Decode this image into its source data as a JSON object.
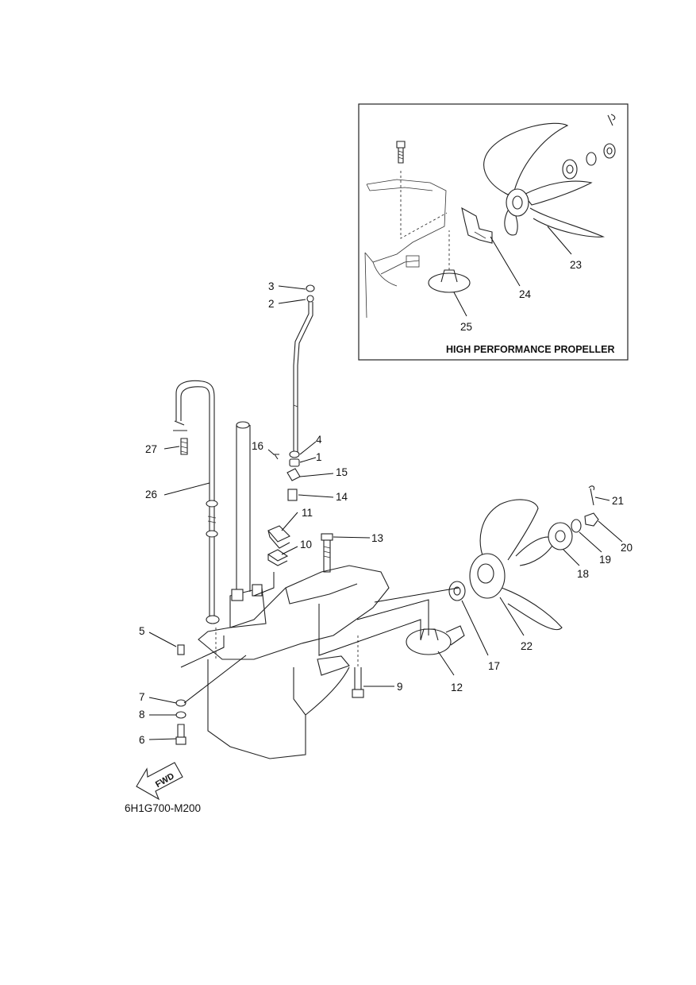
{
  "inset": {
    "title": "HIGH PERFORMANCE PROPELLER"
  },
  "diagram_code": "6H1G700-M200",
  "fwd_label": "FWD",
  "callouts": [
    {
      "id": "c1",
      "number": "1"
    },
    {
      "id": "c2",
      "number": "2"
    },
    {
      "id": "c3",
      "number": "3"
    },
    {
      "id": "c4",
      "number": "4"
    },
    {
      "id": "c5",
      "number": "5"
    },
    {
      "id": "c6",
      "number": "6"
    },
    {
      "id": "c7",
      "number": "7"
    },
    {
      "id": "c8",
      "number": "8"
    },
    {
      "id": "c9",
      "number": "9"
    },
    {
      "id": "c10",
      "number": "10"
    },
    {
      "id": "c11",
      "number": "11"
    },
    {
      "id": "c12",
      "number": "12"
    },
    {
      "id": "c13",
      "number": "13"
    },
    {
      "id": "c14",
      "number": "14"
    },
    {
      "id": "c15",
      "number": "15"
    },
    {
      "id": "c16",
      "number": "16"
    },
    {
      "id": "c17",
      "number": "17"
    },
    {
      "id": "c18",
      "number": "18"
    },
    {
      "id": "c19",
      "number": "19"
    },
    {
      "id": "c20",
      "number": "20"
    },
    {
      "id": "c21",
      "number": "21"
    },
    {
      "id": "c22",
      "number": "22"
    },
    {
      "id": "c23",
      "number": "23"
    },
    {
      "id": "c24",
      "number": "24"
    },
    {
      "id": "c25",
      "number": "25"
    },
    {
      "id": "c26",
      "number": "26"
    },
    {
      "id": "c27",
      "number": "27"
    }
  ]
}
